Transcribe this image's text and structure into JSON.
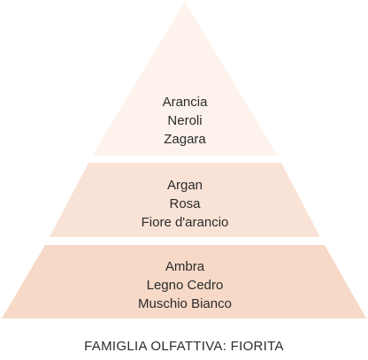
{
  "pyramid": {
    "tiers": [
      {
        "level": "top",
        "color": "#fdf3ec",
        "notes": [
          "Arancia",
          "Neroli",
          "Zagara"
        ]
      },
      {
        "level": "middle",
        "color": "#f9e3d6",
        "notes": [
          "Argan",
          "Rosa",
          "Fiore d'arancio"
        ]
      },
      {
        "level": "base",
        "color": "#f6d9c7",
        "notes": [
          "Ambra",
          "Legno Cedro",
          "Muschio Bianco"
        ]
      }
    ]
  },
  "caption": "FAMIGLIA OLFATTIVA: FIORITA"
}
